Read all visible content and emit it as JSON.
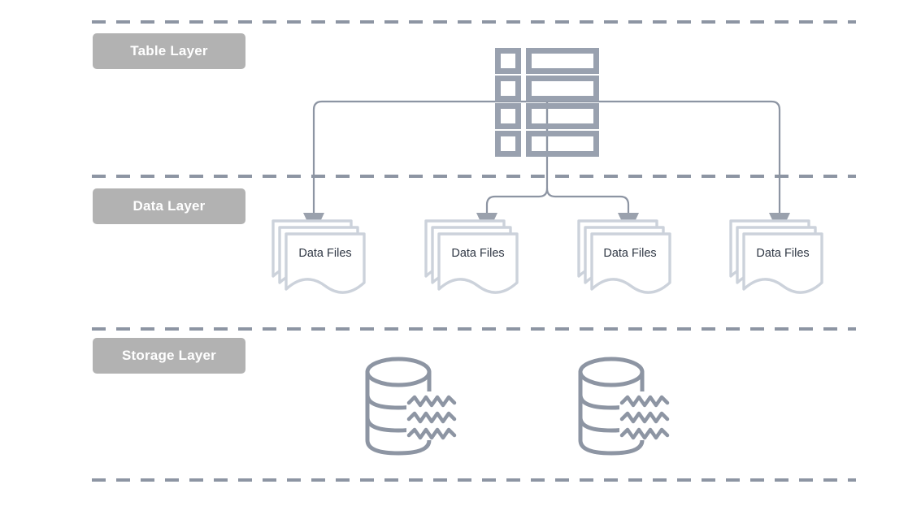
{
  "diagram": {
    "title": "Layered data architecture diagram",
    "colors": {
      "divider": "#8d95a3",
      "pill_background": "#b2b2b2",
      "pill_text": "#ffffff",
      "table_icon": "#99a1af",
      "file_icon": "#ccd2db",
      "file_text": "#2f3744",
      "connector": "#8d95a3",
      "arrowhead": "#9aa1ad",
      "storage_icon": "#8d95a3",
      "canvas": "#ffffff"
    }
  },
  "layers": [
    {
      "label": "Table Layer",
      "name": "table-layer"
    },
    {
      "label": "Data Layer",
      "name": "data-layer"
    },
    {
      "label": "Storage Layer",
      "name": "storage-layer"
    }
  ],
  "table_node": {
    "icon": "table-icon",
    "rows": 4
  },
  "data_files": [
    {
      "label": "Data Files",
      "icon": "data-files-icon"
    },
    {
      "label": "Data Files",
      "icon": "data-files-icon"
    },
    {
      "label": "Data Files",
      "icon": "data-files-icon"
    },
    {
      "label": "Data Files",
      "icon": "data-files-icon"
    }
  ],
  "storage_nodes": [
    {
      "icon": "database-storage-icon"
    },
    {
      "icon": "database-storage-icon"
    }
  ],
  "connectors": {
    "count": 4,
    "description": "Table node fans out to four data file nodes"
  }
}
